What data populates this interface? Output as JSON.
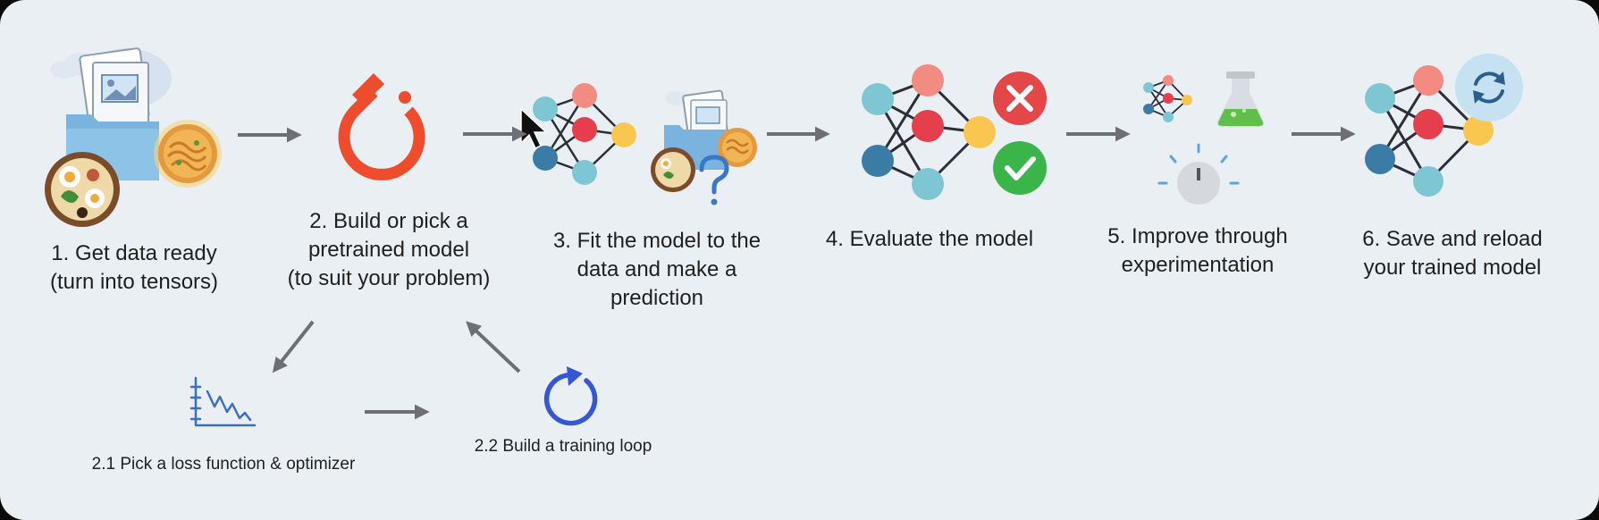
{
  "steps": [
    {
      "lines": [
        "1. Get data ready",
        "(turn into tensors)"
      ],
      "icon": "data-folder-icon"
    },
    {
      "lines": [
        "2. Build or pick a",
        "pretrained model",
        "(to suit your problem)"
      ],
      "icon": "pytorch-logo-icon"
    },
    {
      "lines": [
        "3. Fit the model to the",
        "data and make a",
        "prediction"
      ],
      "icon": "neural-network-icon"
    },
    {
      "lines": [
        "4. Evaluate the model"
      ],
      "icon": "evaluate-icon"
    },
    {
      "lines": [
        "5. Improve through",
        "experimentation"
      ],
      "icon": "experiment-icon"
    },
    {
      "lines": [
        "6. Save and reload",
        "your trained model"
      ],
      "icon": "save-reload-icon"
    }
  ],
  "substeps": [
    {
      "lines": [
        "2.1 Pick a loss function & optimizer"
      ],
      "icon": "loss-chart-icon"
    },
    {
      "lines": [
        "2.2 Build a training loop"
      ],
      "icon": "loop-icon"
    }
  ],
  "colors": {
    "background": "#eaeff3",
    "pytorch_orange": "#ee4c2c",
    "node_teal": "#7fc6d4",
    "node_coral": "#f28b82",
    "node_red": "#e53e4c",
    "node_yellow": "#f9c74f",
    "node_dark_teal": "#3a7ca5",
    "arrow_gray": "#6d6f72",
    "loop_blue": "#3457d5",
    "wrong_red": "#e34747",
    "right_green": "#3bb54a"
  }
}
